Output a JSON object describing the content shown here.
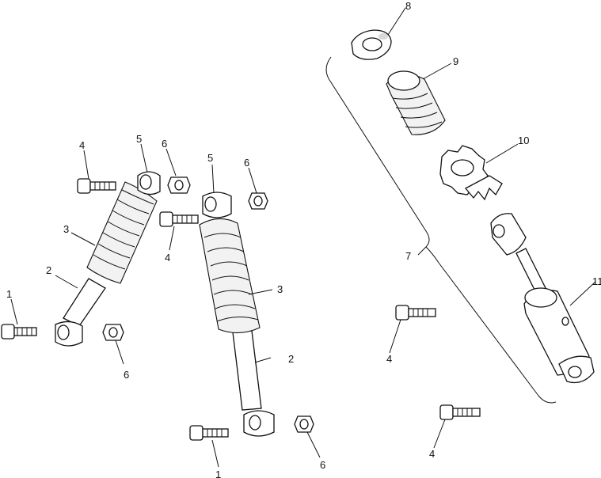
{
  "callouts": [
    {
      "id": "c1a",
      "text": "1"
    },
    {
      "id": "c1b",
      "text": "1"
    },
    {
      "id": "c2a",
      "text": "2"
    },
    {
      "id": "c2b",
      "text": "2"
    },
    {
      "id": "c3a",
      "text": "3"
    },
    {
      "id": "c3b",
      "text": "3"
    },
    {
      "id": "c4a",
      "text": "4"
    },
    {
      "id": "c4b",
      "text": "4"
    },
    {
      "id": "c4c",
      "text": "4"
    },
    {
      "id": "c4d",
      "text": "4"
    },
    {
      "id": "c5a",
      "text": "5"
    },
    {
      "id": "c5b",
      "text": "5"
    },
    {
      "id": "c6a",
      "text": "6"
    },
    {
      "id": "c6b",
      "text": "6"
    },
    {
      "id": "c6c",
      "text": "6"
    },
    {
      "id": "c6d",
      "text": "6"
    },
    {
      "id": "c7",
      "text": "7"
    },
    {
      "id": "c8",
      "text": "8"
    },
    {
      "id": "c9",
      "text": "9"
    },
    {
      "id": "c10",
      "text": "10"
    },
    {
      "id": "c11",
      "text": "11"
    }
  ]
}
